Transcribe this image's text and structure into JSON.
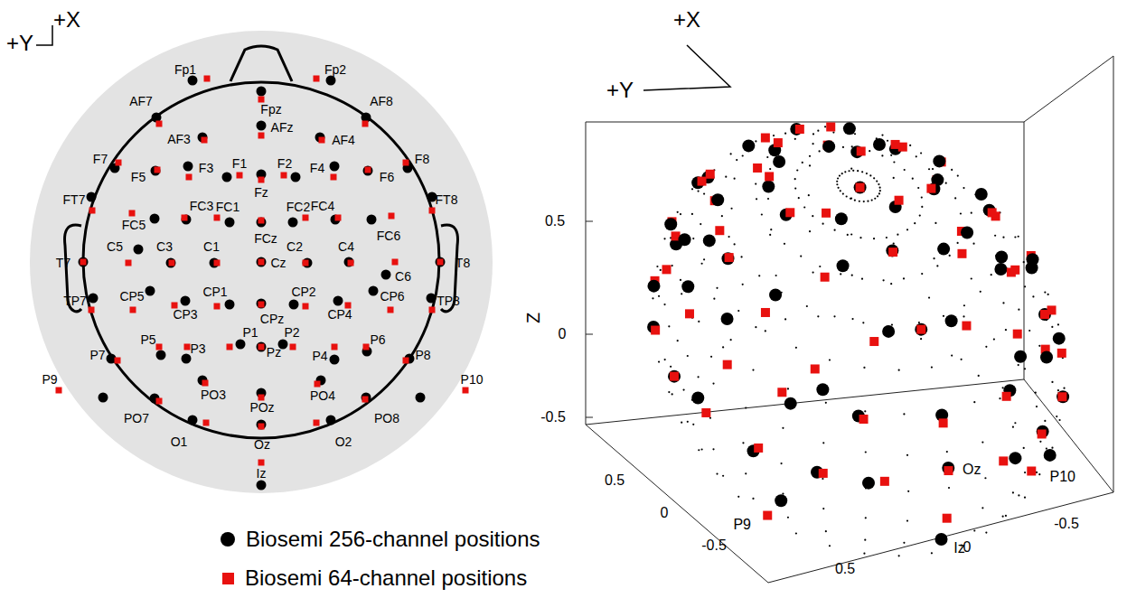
{
  "diagram": {
    "labels": [
      "+X",
      "+Y",
      "Fp1",
      "Fpz",
      "Fp2",
      "AF7",
      "AF3",
      "AFz",
      "AF4",
      "AF8",
      "F7",
      "F5",
      "F3",
      "F1",
      "Fz",
      "F2",
      "F4",
      "F6",
      "F8",
      "FT7",
      "FC5",
      "FC3",
      "FC1",
      "FCz",
      "FC2",
      "FC4",
      "FT8",
      "FC6",
      "T7",
      "C5",
      "C3",
      "C1",
      "Cz",
      "C2",
      "C4",
      "C6",
      "T8",
      "TP7",
      "CP5",
      "CP3",
      "CP1",
      "CPz",
      "CP2",
      "CP4",
      "CP6",
      "TP8",
      "P1",
      "P2",
      "P3",
      "Pz",
      "P4",
      "P5",
      "P6",
      "P7",
      "P8",
      "P9",
      "P10",
      "PO7",
      "PO3",
      "POz",
      "PO4",
      "PO8",
      "O1",
      "Oz",
      "O2",
      "Iz",
      "+X",
      "+Y",
      "Z",
      "0.5",
      "0",
      "-0.5",
      "0.5",
      "0",
      "-0.5",
      "0.5",
      "0",
      "-0.5",
      "Oz",
      "P10",
      "P9",
      "Iz"
    ],
    "legend": [
      {
        "text": "Biosemi 256-channel positions",
        "color": "#000000"
      },
      {
        "text": "Biosemi 64-channel positions",
        "color": "#e8110f"
      }
    ]
  }
}
